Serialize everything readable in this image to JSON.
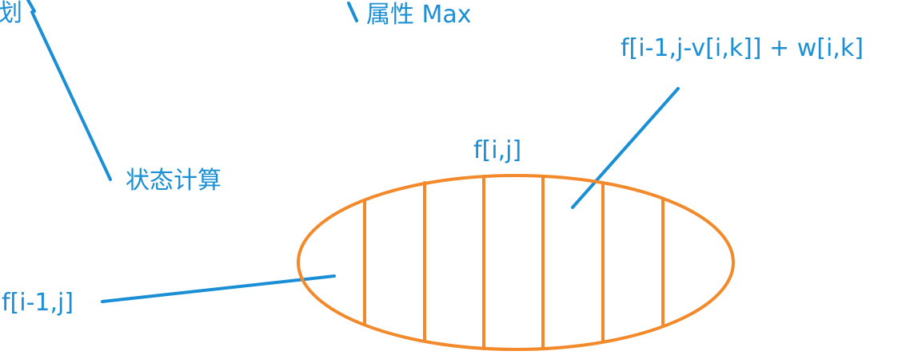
{
  "labels": {
    "partial_top_left": "划",
    "attribute": "属性 Max",
    "transition_formula": "f[i-1,j-v[i,k]] + w[i,k]",
    "current_state": "f[i,j]",
    "state_computation": "状态计算",
    "no_choice_state": "f[i-1,j]"
  },
  "colors": {
    "text": "#1a8fd6",
    "connector_lines": "#1a8fd6",
    "set_ellipse": "#f28a2c"
  },
  "diagram": {
    "set_partition_count": 7
  }
}
